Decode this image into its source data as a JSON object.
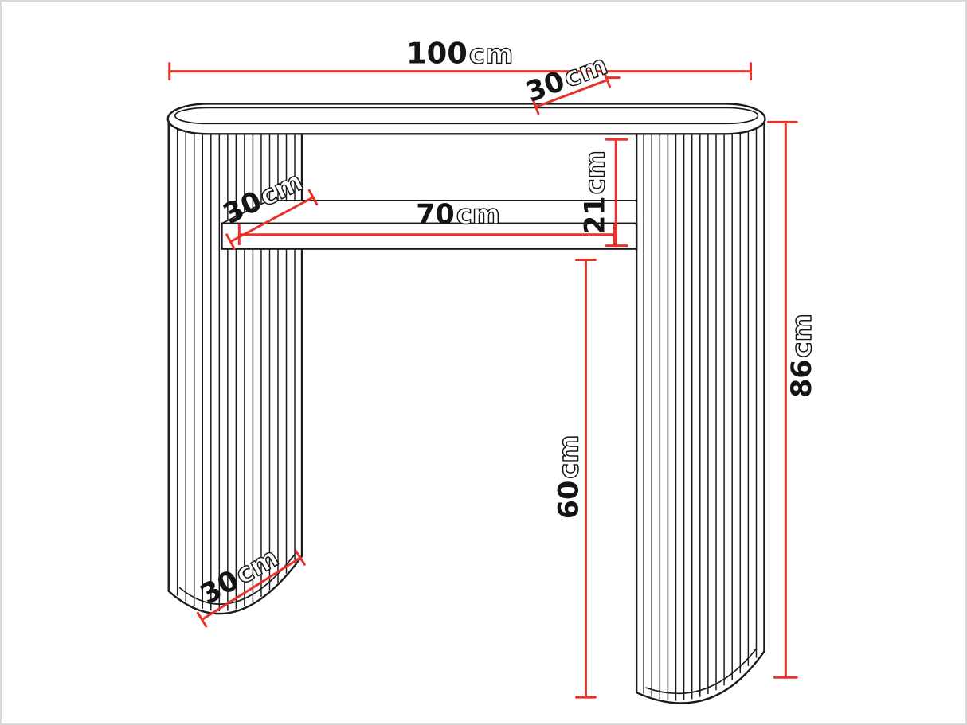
{
  "diagram": {
    "type": "furniture-dimension-diagram",
    "subject": "console table with slatted curved legs and shelf",
    "colors": {
      "dimension_line": "#e8332a",
      "outline": "#1a1a1a",
      "background": "#ffffff"
    },
    "labels": {
      "top_width": {
        "value": "100",
        "unit": "cm"
      },
      "top_depth": {
        "value": "30",
        "unit": "cm"
      },
      "shelf_depth": {
        "value": "30",
        "unit": "cm"
      },
      "shelf_width": {
        "value": "70",
        "unit": "cm"
      },
      "gap_height": {
        "value": "21",
        "unit": "cm"
      },
      "total_height": {
        "value": "86",
        "unit": "cm"
      },
      "underside_height": {
        "value": "60",
        "unit": "cm"
      },
      "base_depth": {
        "value": "30",
        "unit": "cm"
      }
    }
  }
}
